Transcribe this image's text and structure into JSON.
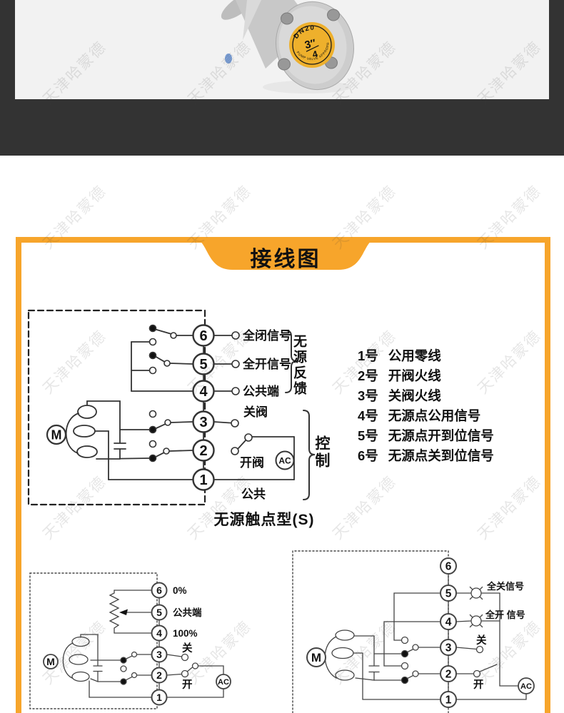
{
  "watermark": {
    "text": "天津哈蒙德"
  },
  "hero": {
    "label_model": "DN20",
    "label_size_top": "3″",
    "label_size_bottom": "4",
    "label_arc": "PUMP VALVE APPROPRIATE"
  },
  "card": {
    "title": "接线图",
    "accent_color": "#F7A52B"
  },
  "diagram_main": {
    "terminals": [
      "6",
      "5",
      "4",
      "3",
      "2",
      "1"
    ],
    "labels": {
      "t6": "全闭信号",
      "t5": "全开信号",
      "t4": "公共端",
      "t3": "关阀",
      "t2": "开阀",
      "t1": "公共"
    },
    "brace_feedback": "无源反馈",
    "brace_control": "控制",
    "motor_label": "M",
    "ac_label": "AC",
    "caption": "无源触点型(S)"
  },
  "terminal_list": {
    "items": [
      {
        "no": "1号",
        "label": "公用零线"
      },
      {
        "no": "2号",
        "label": "开阀火线"
      },
      {
        "no": "3号",
        "label": "关阀火线"
      },
      {
        "no": "4号",
        "label": "无源点公用信号"
      },
      {
        "no": "5号",
        "label": "无源点开到位信号"
      },
      {
        "no": "6号",
        "label": "无源点关到位信号"
      }
    ]
  },
  "diagram_bottom_left": {
    "terminals": [
      "6",
      "5",
      "4",
      "3",
      "2",
      "1"
    ],
    "labels": {
      "t6": "0%",
      "t5": "公共端",
      "t4": "100%",
      "t3": "关",
      "t2": "开"
    },
    "motor_label": "M",
    "ac_label": "AC"
  },
  "diagram_bottom_right": {
    "terminals": [
      "6",
      "5",
      "4",
      "3",
      "2",
      "1"
    ],
    "labels": {
      "t5": "全关信号",
      "t4": "全开 信号",
      "t3": "关",
      "t2": "开"
    },
    "motor_label": "M",
    "ac_label": "AC"
  }
}
